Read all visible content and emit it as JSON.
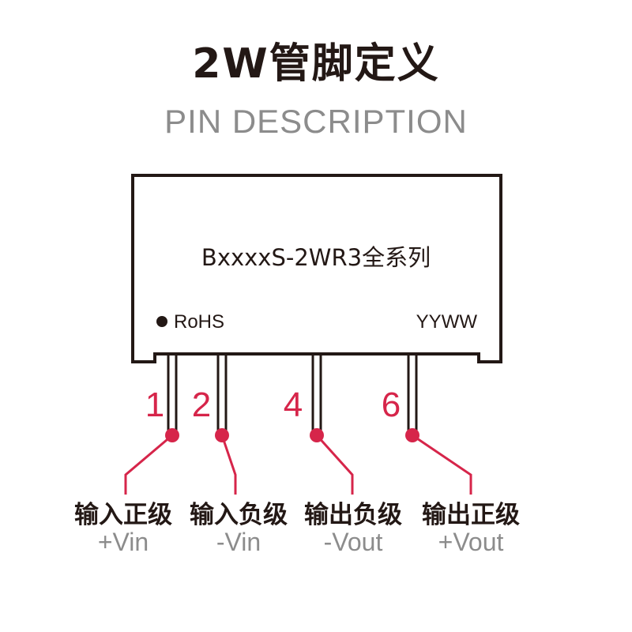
{
  "title": "2W管脚定义",
  "subtitle": "PIN DESCRIPTION",
  "module": {
    "model": "BxxxxS-2WR3全系列",
    "rohs": "RoHS",
    "date_code": "YYWW"
  },
  "pins": [
    {
      "number": "1",
      "name_cn": "输入正级",
      "name_en": "+Vin"
    },
    {
      "number": "2",
      "name_cn": "输入负级",
      "name_en": "-Vin"
    },
    {
      "number": "4",
      "name_cn": "输出负级",
      "name_en": "-Vout"
    },
    {
      "number": "6",
      "name_cn": "输出正级",
      "name_en": "+Vout"
    }
  ],
  "colors": {
    "accent": "#d6254a",
    "text": "#231815",
    "muted": "#8c8c8c"
  }
}
